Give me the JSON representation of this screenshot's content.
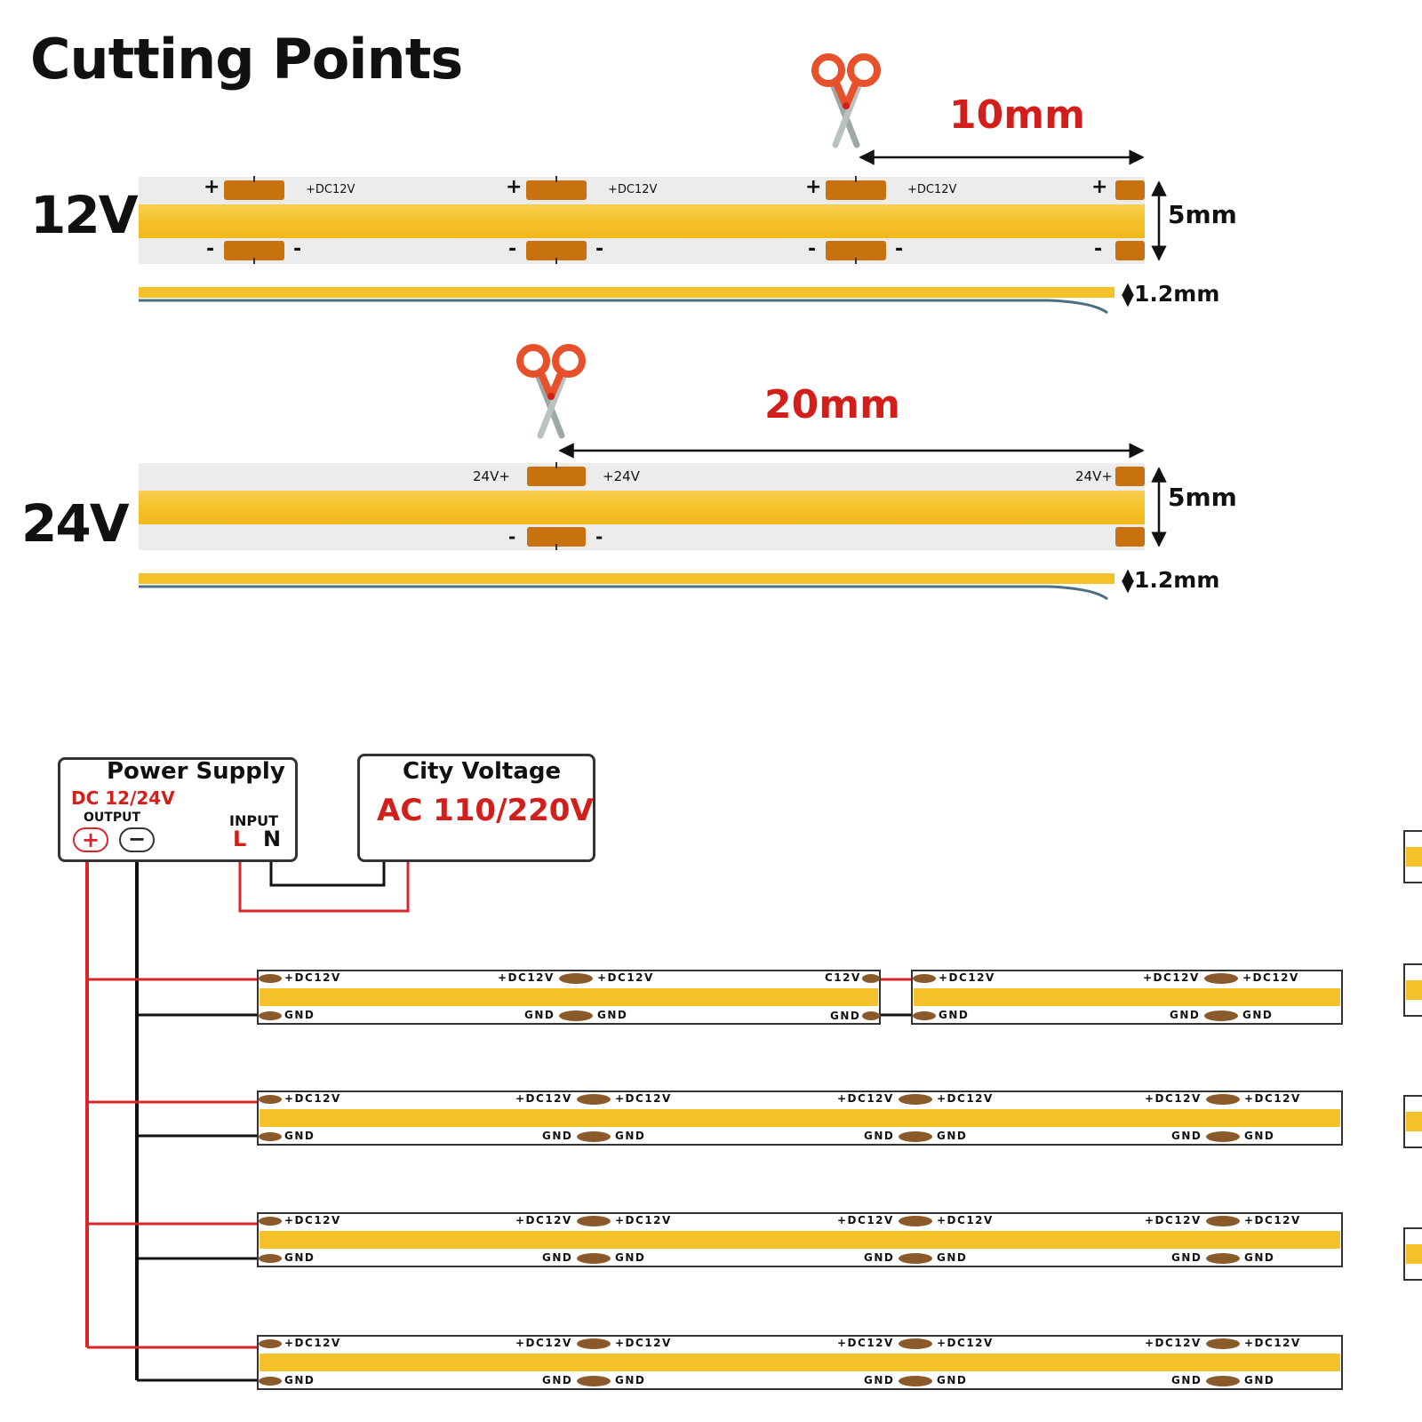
{
  "title": "Cutting Points",
  "strip_12v": {
    "voltage_label": "12V",
    "cut_distance": "10mm",
    "width": "5mm",
    "thickness": "1.2mm",
    "plus_sign": "+",
    "minus_sign": "-",
    "pad_label": "+DC12V"
  },
  "strip_24v": {
    "voltage_label": "24V",
    "cut_distance": "20mm",
    "width": "5mm",
    "thickness": "1.2mm",
    "left_label": "24V+",
    "right_label": "+24V",
    "end_label": "24V+",
    "minus_sign": "-"
  },
  "power_supply": {
    "title": "Power Supply",
    "output_voltage": "DC 12/24V",
    "output_label": "OUTPUT",
    "input_label": "INPUT",
    "l_label": "L",
    "n_label": "N",
    "plus_symbol": "+",
    "minus_symbol": "−"
  },
  "city_voltage": {
    "title": "City Voltage",
    "value": "AC 110/220V"
  },
  "wiring_strips": {
    "plus_label": "+DC12V",
    "gnd_label": "GND",
    "first_row_mid_label": "C12V"
  },
  "colors": {
    "strip_yellow": "#f5c12a",
    "pad_copper": "#c8720f",
    "wire_red": "#d9262a",
    "wire_black": "#111111",
    "dim_red": "#d21f1b"
  }
}
